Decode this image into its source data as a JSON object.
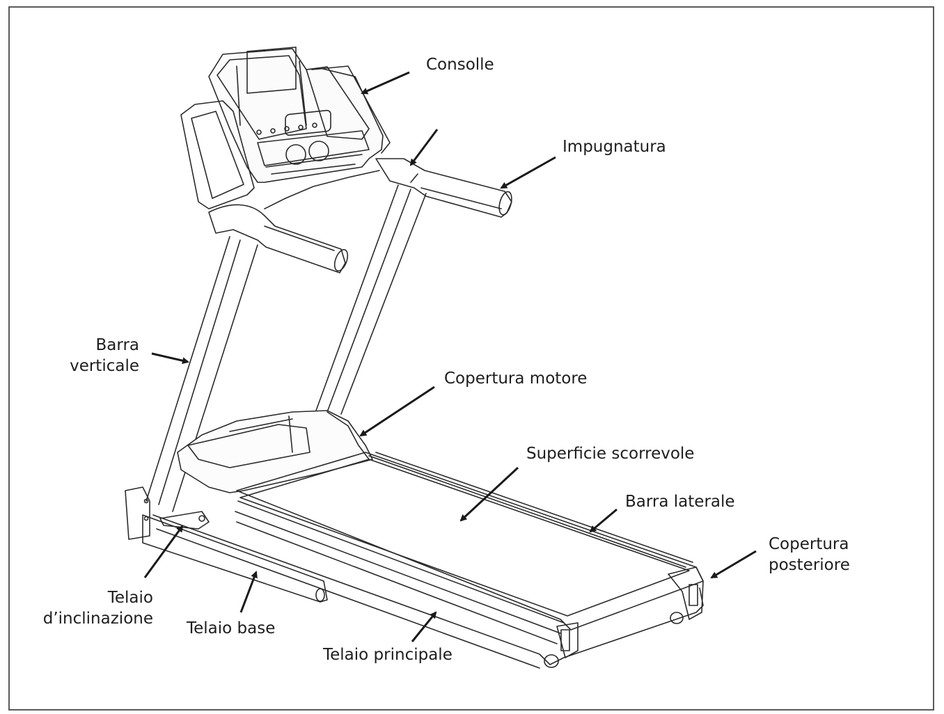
{
  "labels": {
    "consolle": "Consolle",
    "impugnatura": "Impugnatura",
    "barra_verticale_line1": "Barra",
    "barra_verticale_line2": "verticale",
    "copertura_motore": "Copertura motore",
    "superficie_scorrevole": "Superficie scorrevole",
    "barra_laterale": "Barra laterale",
    "copertura_posteriore_line1": "Copertura",
    "copertura_posteriore_line2": "posteriore",
    "telaio_inclinazione_line1": "Telaio",
    "telaio_inclinazione_line2": "d’inclinazione",
    "telaio_base": "Telaio base",
    "telaio_principale": "Telaio principale"
  },
  "colors": {
    "line": "#2a2a2a",
    "frame": "#5a5a5a",
    "text": "#1e1e1e"
  }
}
